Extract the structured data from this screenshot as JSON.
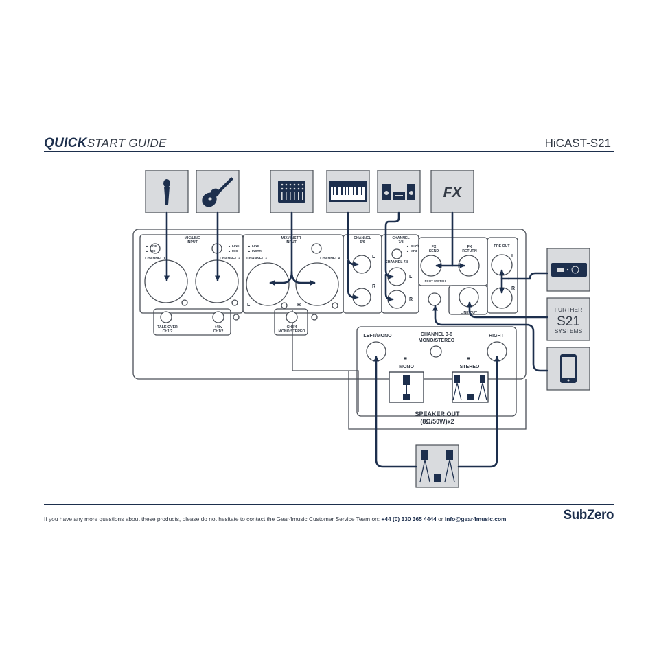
{
  "header": {
    "quick": "QUICK",
    "start_guide": "START GUIDE",
    "model": "HiCAST-S21"
  },
  "panel": {
    "mic_line_input": [
      "MIC/LINE",
      "INPUT"
    ],
    "channel_1": "CHANNEL 1",
    "channel_2": "CHANNEL 2",
    "line": "LINE",
    "mic": "MIC",
    "mix_instr_input": [
      "MIX / INSTR",
      "INPUT"
    ],
    "channel_3": "CHANNEL 3",
    "channel_4": "CHANNEL 4",
    "instr": "INSTR.",
    "ch3_l": "L",
    "ch4_r": "R",
    "channel_56": [
      "CHANNEL",
      "5/6"
    ],
    "channel_78": [
      "CHANNEL",
      "7/8"
    ],
    "ch78_opt": "CH7/8",
    "mp3_opt": "MP3",
    "channel_78_label": "CHANNEL 7/8",
    "left": "L",
    "right": "R",
    "fx_send": [
      "FX",
      "SEND"
    ],
    "fx_return": [
      "FX",
      "RETURN"
    ],
    "foot_switch": "FOOT SWITCH",
    "pre_out": "PRE OUT",
    "line_out": "LINE OUT",
    "talk_over": [
      "TALK OVER",
      "CH1/2"
    ],
    "phantom": [
      "+48v",
      "CH1/2"
    ],
    "ch34_mode": [
      "CH3/4",
      "MONO/STEREO"
    ],
    "left_mono": "LEFT/MONO",
    "channel_38": [
      "CHANNEL 3-8",
      "MONO/STEREO"
    ],
    "right_out": "RIGHT",
    "mono": "MONO",
    "stereo": "STEREO",
    "speaker_out": [
      "SPEAKER OUT",
      "(8Ω/50W)x2"
    ]
  },
  "devices": {
    "fx": "FX",
    "further_s21": [
      "FURTHER",
      "S21",
      "SYSTEMS"
    ]
  },
  "icons": [
    "microphone-icon",
    "acoustic-guitar-icon",
    "mixer-icon",
    "keyboard-icon",
    "hifi-icon",
    "fx-icon",
    "recorder-icon",
    "further-s21-icon",
    "tablet-icon",
    "speakers-icon"
  ],
  "colors": {
    "navy": "#1d2f4d",
    "panel_stroke": "#4a4f57",
    "icon_box": "#d9dbde"
  },
  "footer": {
    "text": "If you have any more questions about these products, please do not hesitate to contact the Gear4music Customer Service Team on: ",
    "phone": "+44 (0) 330 365 4444",
    "or": " or ",
    "email": "info@gear4music.com",
    "brand": "SubZero"
  }
}
